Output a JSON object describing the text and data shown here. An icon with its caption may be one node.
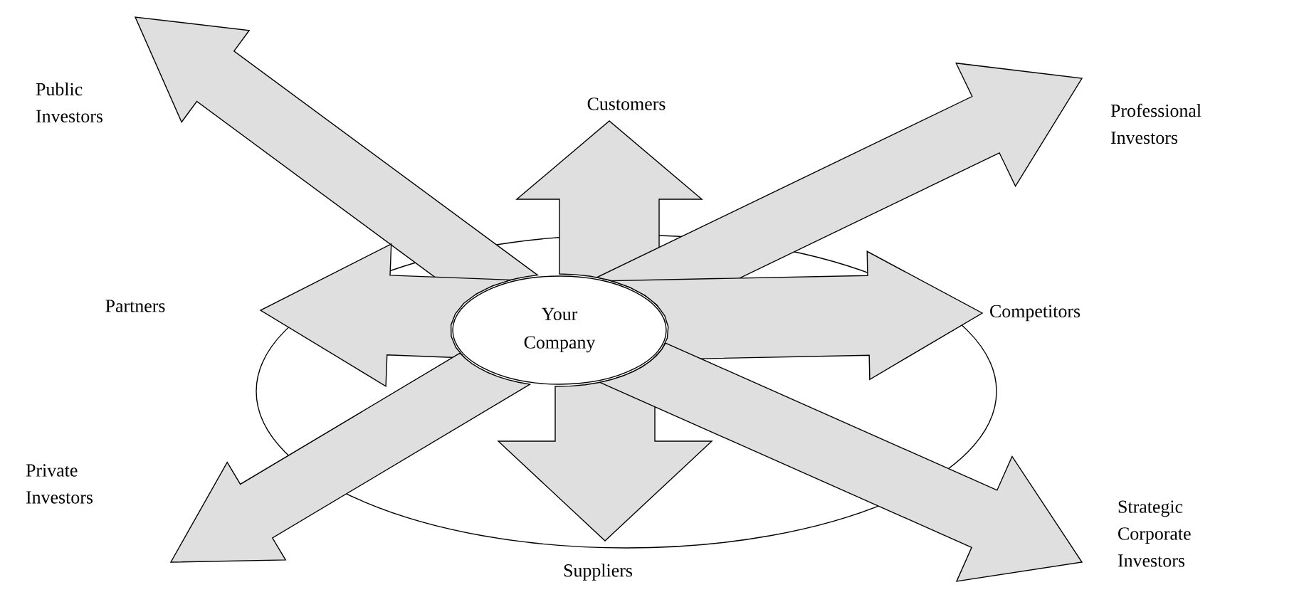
{
  "diagram": {
    "nodes": [
      {
        "text": [
          "Your Company"
        ]
      },
      {
        "text": [
          "Public Investors"
        ]
      },
      {
        "text": [
          "Customers"
        ]
      },
      {
        "text": [
          "Professional Investors"
        ]
      },
      {
        "text": [
          "Partners"
        ]
      },
      {
        "text": [
          "Competitors"
        ]
      },
      {
        "text": [
          "Private Investors"
        ]
      },
      {
        "text": [
          "Suppliers"
        ]
      },
      {
        "text": [
          "Strategic Corporate Investors"
        ]
      }
    ],
    "edges": [
      {
        "from": 0,
        "to": 1,
        "arrow": "to"
      },
      {
        "from": 0,
        "to": 2,
        "arrow": "to"
      },
      {
        "from": 0,
        "to": 3,
        "arrow": "to"
      },
      {
        "from": 0,
        "to": 4,
        "arrow": "to"
      },
      {
        "from": 0,
        "to": 5,
        "arrow": "to"
      },
      {
        "from": 0,
        "to": 6,
        "arrow": "to"
      },
      {
        "from": 0,
        "to": 7,
        "arrow": "to"
      },
      {
        "from": 0,
        "to": 8,
        "arrow": "to"
      }
    ]
  }
}
